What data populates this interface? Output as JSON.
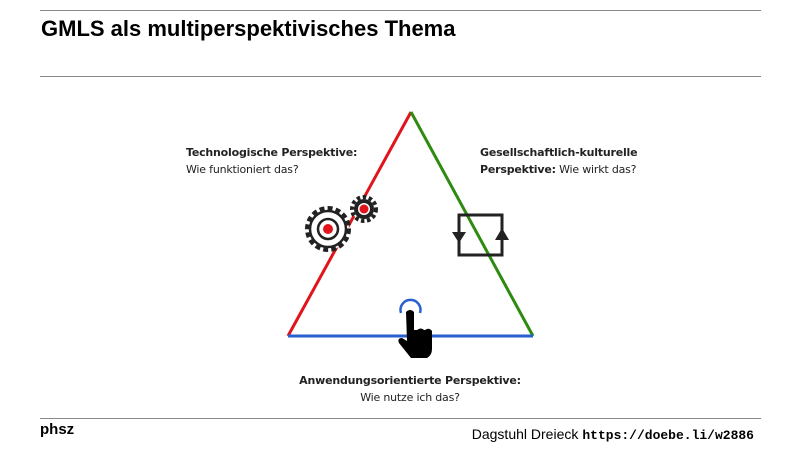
{
  "title": "GMLS als multiperspektivisches Thema",
  "perspectives": {
    "technological": {
      "heading": "Technologische Perspektive:",
      "question": "Wie funktioniert das?",
      "color": "#e0141b"
    },
    "social": {
      "heading_line1": "Gesellschaftlich-kulturelle",
      "heading_line2": "Perspektive:",
      "question": "Wie wirkt das?",
      "color": "#2e8b12"
    },
    "application": {
      "heading": "Anwendungsorientierte Perspektive:",
      "question": "Wie nutze ich das?",
      "color": "#2a5fd0"
    }
  },
  "icons": {
    "technological": "gears-icon",
    "social": "cycle-arrows-icon",
    "application": "touch-hand-icon"
  },
  "footer": {
    "logo": "phsz",
    "caption": "Dagstuhl Dreieck",
    "url": "https://doebe.li/w2886"
  }
}
